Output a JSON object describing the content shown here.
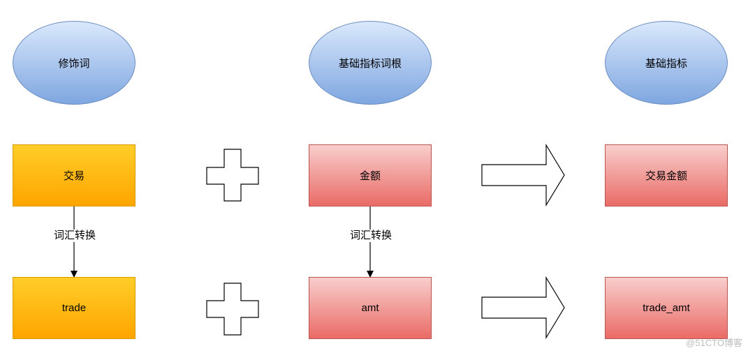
{
  "headers": {
    "modifier": "修饰词",
    "base_root": "基础指标词根",
    "base_metric": "基础指标"
  },
  "row1": {
    "modifier": "交易",
    "root": "金额",
    "result": "交易金额"
  },
  "row2": {
    "modifier": "trade",
    "root": "amt",
    "result": "trade_amt"
  },
  "edges": {
    "convert_label_left": "词汇转换",
    "convert_label_mid": "词汇转换"
  },
  "watermark": "@51CTO博客",
  "colors": {
    "ellipse_stroke": "#6c8ebf",
    "yellow_stroke": "#d79b00",
    "red_stroke": "#b85450"
  }
}
